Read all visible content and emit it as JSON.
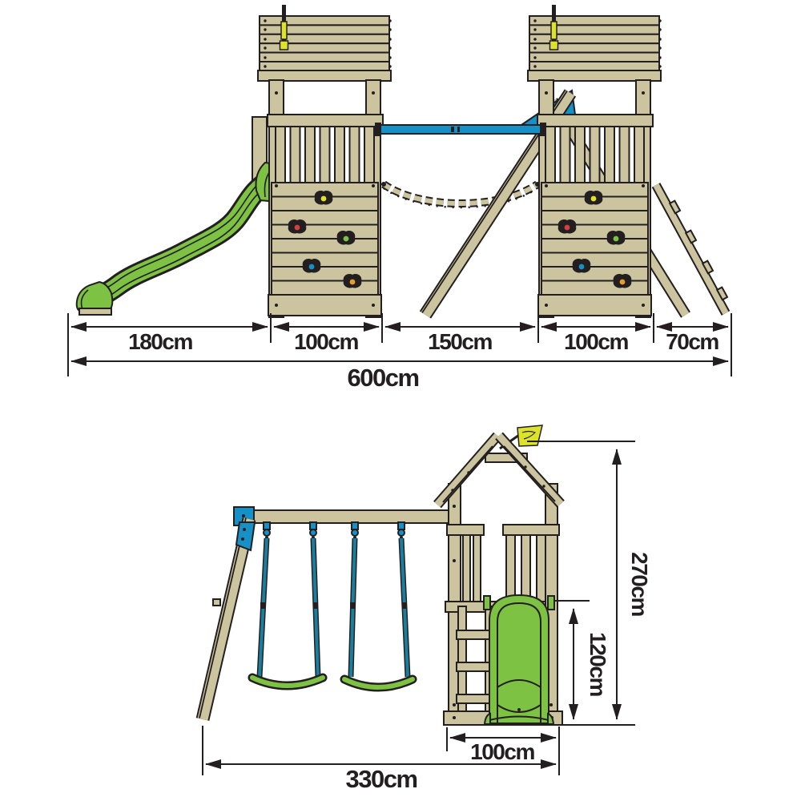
{
  "front_view": {
    "segments": [
      "180cm",
      "100cm",
      "150cm",
      "100cm",
      "70cm"
    ],
    "total": "600cm"
  },
  "side_view": {
    "overall_height": "270cm",
    "platform_height": "120cm",
    "tower_width": "100cm",
    "overall_width": "330cm"
  },
  "colors": {
    "wood": "#cbc49e",
    "outline": "#231f20",
    "slide_green": "#7dc242",
    "slide_green_dark": "#4e8f23",
    "accent_blue": "#1591c8",
    "strap_teal": "#1a7f9e",
    "flag_yellow": "#dde32b",
    "hold_yellow": "#e3e229",
    "hold_red": "#d84040",
    "hold_green": "#7dc242",
    "hold_blue": "#1591c8",
    "hold_orange": "#e89b2d",
    "dim_text": "#231f20"
  }
}
